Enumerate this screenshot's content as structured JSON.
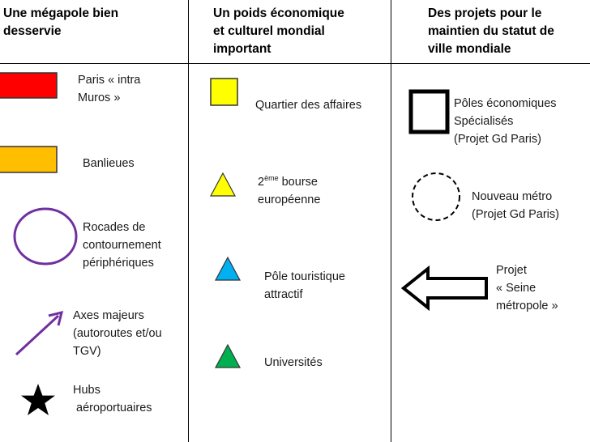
{
  "columns": [
    {
      "header": [
        "Une mégapole bien",
        "desservie"
      ]
    },
    {
      "header": [
        "Un poids économique",
        "et culturel mondial",
        "important"
      ]
    },
    {
      "header": [
        "Des projets pour  le",
        "maintien du statut de",
        "ville mondiale"
      ]
    }
  ],
  "items": {
    "paris": {
      "lines": [
        "Paris « intra",
        "Muros »"
      ],
      "color": "#ff0000"
    },
    "banlieues": {
      "lines": [
        "Banlieues"
      ],
      "color": "#ffbf00"
    },
    "rocades": {
      "lines": [
        "Rocades de",
        "contournement",
        "périphériques"
      ],
      "color": "#7030a0"
    },
    "axes": {
      "lines": [
        "Axes majeurs",
        "(autoroutes et/ou",
        "TGV)"
      ],
      "color": "#7030a0"
    },
    "hubs": {
      "lines": [
        "Hubs",
        " aéroportuaires"
      ],
      "symbol": "★"
    },
    "affaires": {
      "lines": [
        "Quartier des affaires"
      ],
      "color": "#ffff00"
    },
    "bourse": {
      "sup": "ème",
      "line1_num": "2",
      "line1_rest": " bourse",
      "line2": "européenne",
      "color": "#ffff00"
    },
    "tourisme": {
      "lines": [
        "Pôle touristique",
        "attractif"
      ],
      "color": "#00b0f0"
    },
    "universites": {
      "lines": [
        "Universités"
      ],
      "color": "#00b050"
    },
    "poles": {
      "lines": [
        "Pôles économiques",
        "Spécialisés",
        "(Projet Gd Paris)"
      ]
    },
    "metro": {
      "lines": [
        "Nouveau métro",
        "(Projet Gd Paris)"
      ]
    },
    "seine": {
      "lines": [
        "Projet",
        "« Seine",
        "métropole »"
      ]
    }
  }
}
